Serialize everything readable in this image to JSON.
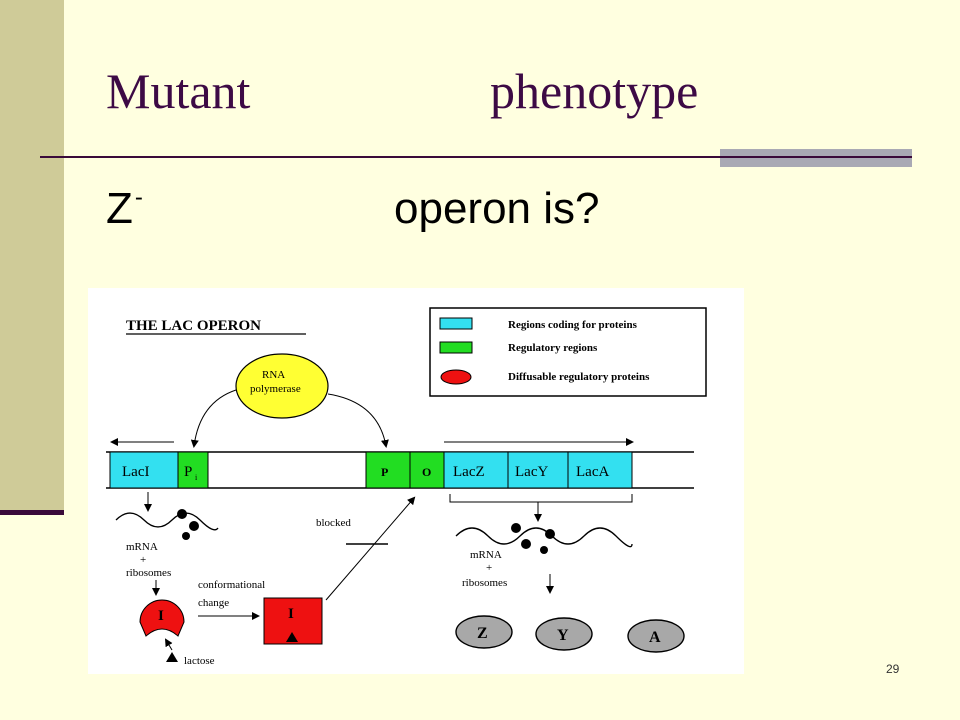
{
  "slide": {
    "title_left": "Mutant",
    "title_right": "phenotype",
    "sub_left": "Z",
    "sub_left_sup": "-",
    "sub_right": "operon is?",
    "page_number": "29"
  },
  "diagram": {
    "heading": "THE LAC OPERON",
    "legend": {
      "coding": "Regions coding for proteins",
      "regulatory": "Regulatory regions",
      "diffusable": "Diffusable regulatory proteins"
    },
    "rna_pol_line1": "RNA",
    "rna_pol_line2": "polymerase",
    "genes": {
      "laci": "LacI",
      "pi": "P",
      "pi_sub": "i",
      "p": "P",
      "o": "O",
      "lacz": "LacZ",
      "lacy": "LacY",
      "laca": "LacA"
    },
    "left_mrna": "mRNA",
    "left_plus": "+",
    "left_ribosomes": "ribosomes",
    "conformational": "conformational",
    "change": "change",
    "repressor_label": "I",
    "repressor_label2": "I",
    "lactose": "lactose",
    "blocked": "blocked",
    "right_mrna": "mRNA",
    "right_plus": "+",
    "right_ribosomes": "ribosomes",
    "protein_z": "Z",
    "protein_y": "Y",
    "protein_a": "A",
    "colors": {
      "coding": "#33e0f0",
      "regulatory": "#22dd22",
      "protein": "#ee1111",
      "rna_polymerase": "#ffff33"
    }
  }
}
